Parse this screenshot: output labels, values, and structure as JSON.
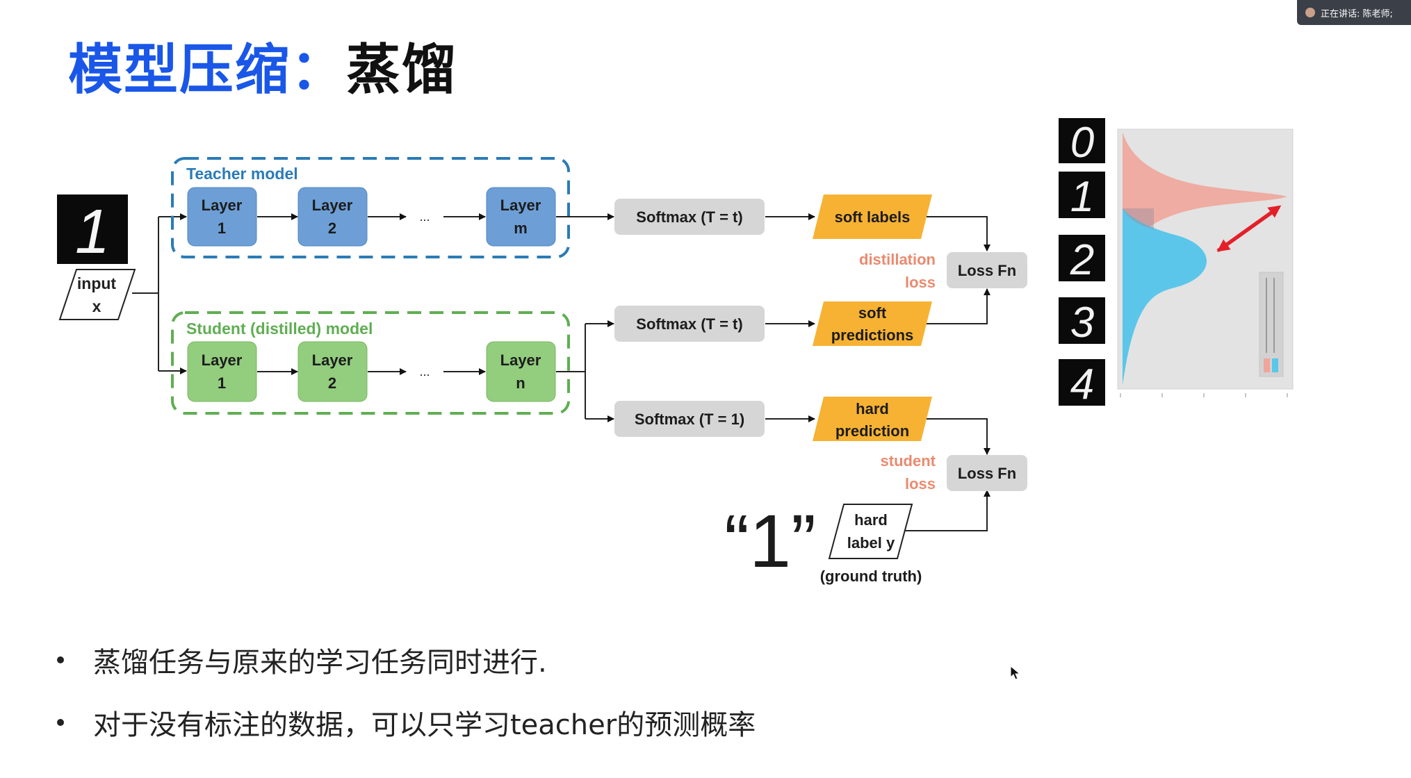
{
  "header": {
    "title_blue": "模型压缩",
    "title_colon": "：",
    "title_black": "蒸馏",
    "speaker_text": "正在讲话: 陈老师;"
  },
  "diagram": {
    "input": {
      "digit": "1",
      "label_line1": "input",
      "label_line2": "x"
    },
    "teacher": {
      "group_label": "Teacher model",
      "layers": [
        {
          "line1": "Layer",
          "line2": "1"
        },
        {
          "line1": "Layer",
          "line2": "2"
        },
        {
          "line1": "Layer",
          "line2": "m"
        }
      ],
      "ellipsis": "..."
    },
    "student": {
      "group_label": "Student (distilled) model",
      "layers": [
        {
          "line1": "Layer",
          "line2": "1"
        },
        {
          "line1": "Layer",
          "line2": "2"
        },
        {
          "line1": "Layer",
          "line2": "n"
        }
      ],
      "ellipsis": "..."
    },
    "softmax": {
      "teacher": "Softmax (T = t)",
      "student_soft": "Softmax (T = t)",
      "student_hard": "Softmax (T = 1)"
    },
    "outputs": {
      "soft_labels": {
        "line1": "soft labels",
        "line2": ""
      },
      "soft_predictions": {
        "line1": "soft",
        "line2": "predictions"
      },
      "hard_prediction": {
        "line1": "hard",
        "line2": "prediction"
      }
    },
    "loss": {
      "distillation": {
        "line1": "distillation",
        "line2": "loss",
        "fn": "Loss Fn"
      },
      "student": {
        "line1": "student",
        "line2": "loss",
        "fn": "Loss Fn"
      }
    },
    "ground_truth": {
      "quote": "“1”",
      "line1": "hard",
      "line2": "label y",
      "caption": "(ground truth)"
    },
    "side_digits": [
      "0",
      "1",
      "2",
      "3",
      "4"
    ],
    "colors": {
      "teacher": "#6d9fd6",
      "student": "#93cd7e",
      "softmax": "#d6d6d6",
      "output": "#f7b233",
      "loss_text": "#ea8a6e",
      "blue_dist": "#5bc6ea",
      "red_dist": "#f0a59a",
      "arrow_red": "#e3202a"
    }
  },
  "bullets": [
    "蒸馏任务与原来的学习任务同时进行.",
    "对于没有标注的数据，可以只学习teacher的预测概率"
  ]
}
